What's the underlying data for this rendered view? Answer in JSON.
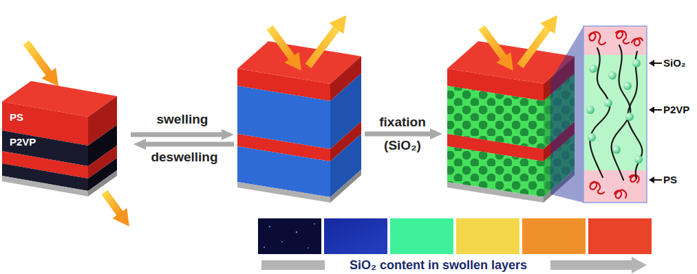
{
  "diagram": {
    "labels": [
      "PS",
      "P2VP",
      "swelling",
      "deswelling",
      "fixation (SiO₂)",
      "SiO₂",
      "P2VP",
      "PS",
      "SiO₂ content in swollen layers"
    ]
  }
}
